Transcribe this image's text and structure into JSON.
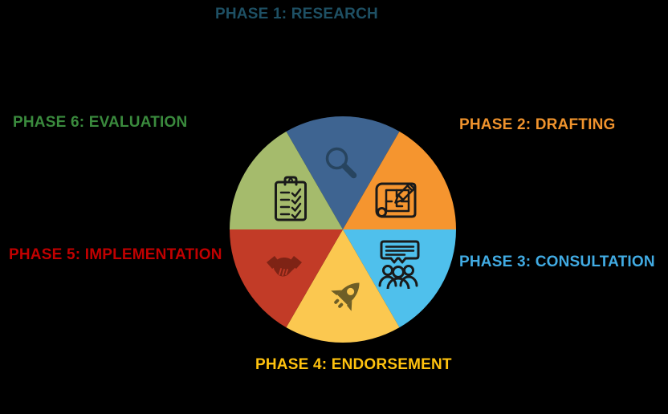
{
  "background_color": "#000000",
  "chart_data": {
    "type": "pie",
    "categories": [
      "PHASE 1: RESEARCH",
      "PHASE 2: DRAFTING",
      "PHASE 3: CONSULTATION",
      "PHASE 4: ENDORSEMENT",
      "PHASE 5: IMPLEMENTATION",
      "PHASE 6: EVALUATION"
    ],
    "values": [
      1,
      1,
      1,
      1,
      1,
      1
    ],
    "legend_position": "around",
    "segments": [
      {
        "id": "research",
        "label": "PHASE 1: RESEARCH",
        "color": "#3E6491",
        "label_color": "#1E5064",
        "icon": "search-icon",
        "icon_color": "#27445F",
        "start_angle": -30,
        "end_angle": 30
      },
      {
        "id": "drafting",
        "label": "PHASE 2: DRAFTING",
        "color": "#F5952F",
        "label_color": "#F0932D",
        "icon": "blueprint-icon",
        "icon_color": "#1A1A1A",
        "start_angle": 30,
        "end_angle": 90
      },
      {
        "id": "consultation",
        "label": "PHASE 3: CONSULTATION",
        "color": "#4FC0EC",
        "label_color": "#41ABE3",
        "icon": "speech-people-icon",
        "icon_color": "#1A1A1A",
        "start_angle": 90,
        "end_angle": 150
      },
      {
        "id": "endorsement",
        "label": "PHASE 4: ENDORSEMENT",
        "color": "#FBC850",
        "label_color": "#FFC20E",
        "icon": "rocket-icon",
        "icon_color": "#6E5E26",
        "start_angle": 150,
        "end_angle": 210
      },
      {
        "id": "implementation",
        "label": "PHASE 5: IMPLEMENTATION",
        "color": "#C23B27",
        "label_color": "#C00000",
        "icon": "handshake-icon",
        "icon_color": "#7E2315",
        "start_angle": 210,
        "end_angle": 270
      },
      {
        "id": "evaluation",
        "label": "PHASE 6: EVALUATION",
        "color": "#A5BB6C",
        "label_color": "#3A8A3D",
        "icon": "clipboard-icon",
        "icon_color": "#1A1A1A",
        "start_angle": 270,
        "end_angle": 330
      }
    ]
  }
}
